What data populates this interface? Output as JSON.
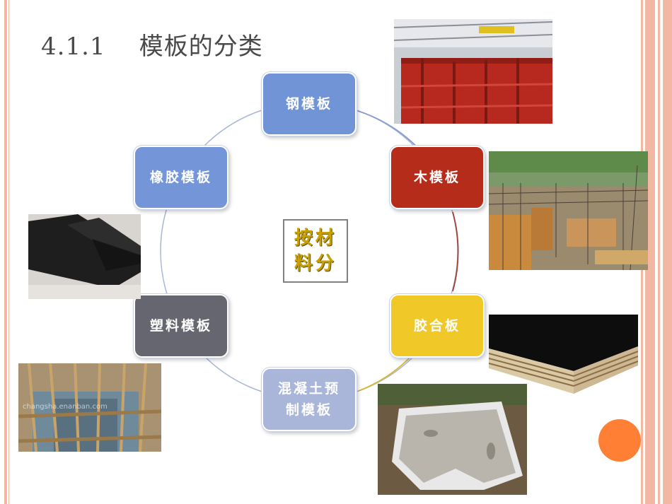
{
  "slide": {
    "title": "4.1.1    模板的分类",
    "center": {
      "line1": "按材",
      "line2": "料分"
    },
    "nodes": [
      {
        "id": "steel",
        "label": "钢模板",
        "color": "#7094d6"
      },
      {
        "id": "wood",
        "label": "木模板",
        "color": "#b62c1a"
      },
      {
        "id": "plywood",
        "label": "胶合板",
        "color": "#f0c828"
      },
      {
        "id": "concrete",
        "label": "混凝土预制模板",
        "line1": "混凝土预",
        "line2": "制模板",
        "color": "#a9b6da"
      },
      {
        "id": "plastic",
        "label": "塑料模板",
        "color": "#666670"
      },
      {
        "id": "rubber",
        "label": "橡胶模板",
        "color": "#7496d8"
      }
    ],
    "photos": [
      {
        "name": "steel-formwork-photo",
        "depicts": "red steel formwork panels in a workshop"
      },
      {
        "name": "wood-formwork-photo",
        "depicts": "timber formwork at a rebar construction site"
      },
      {
        "name": "plywood-photo",
        "depicts": "layered plywood board edge"
      },
      {
        "name": "precast-concrete-formwork-photo",
        "depicts": "white precast concrete formwork on site"
      },
      {
        "name": "plastic-formwork-photo",
        "depicts": "plastic column formwork with bamboo supports"
      },
      {
        "name": "rubber-formwork-photo",
        "depicts": "black rubber formwork strip"
      }
    ],
    "photo_watermark": "changsha.enanban.com",
    "colors": {
      "frame": "#f2b8a4",
      "accent_dot": "#ff7f35",
      "circle": "#a9b6da"
    }
  }
}
